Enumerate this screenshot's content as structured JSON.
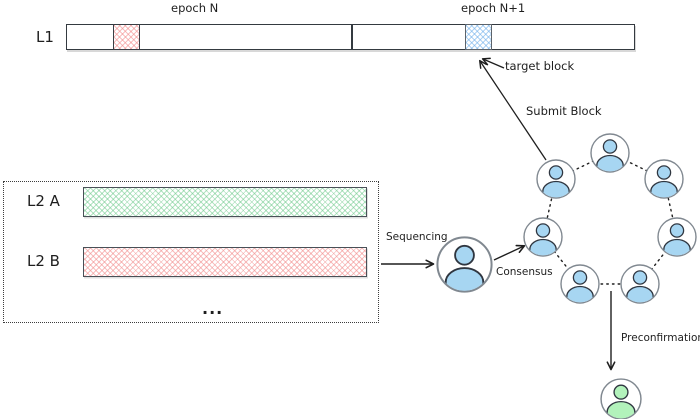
{
  "colors": {
    "ink": "#1e1e1e",
    "node_outline_gray": "#808890",
    "blue_fill": "#a7d6f2",
    "green_fill": "#b2f2bb",
    "red_hatch": "#f28b8b",
    "bar_stroke": "#343a40"
  },
  "l1": {
    "label": "L1",
    "epochs": [
      {
        "label": "epoch N"
      },
      {
        "label": "epoch N+1"
      }
    ],
    "target_block_label": "target block"
  },
  "l2": {
    "rows": [
      {
        "label": "L2 A"
      },
      {
        "label": "L2 B"
      }
    ],
    "ellipsis": "..."
  },
  "labels": {
    "sequencing": "Sequencing",
    "consensus": "Consensus",
    "submit_block": "Submit Block",
    "preconfirmation": "Preconfirmation"
  }
}
